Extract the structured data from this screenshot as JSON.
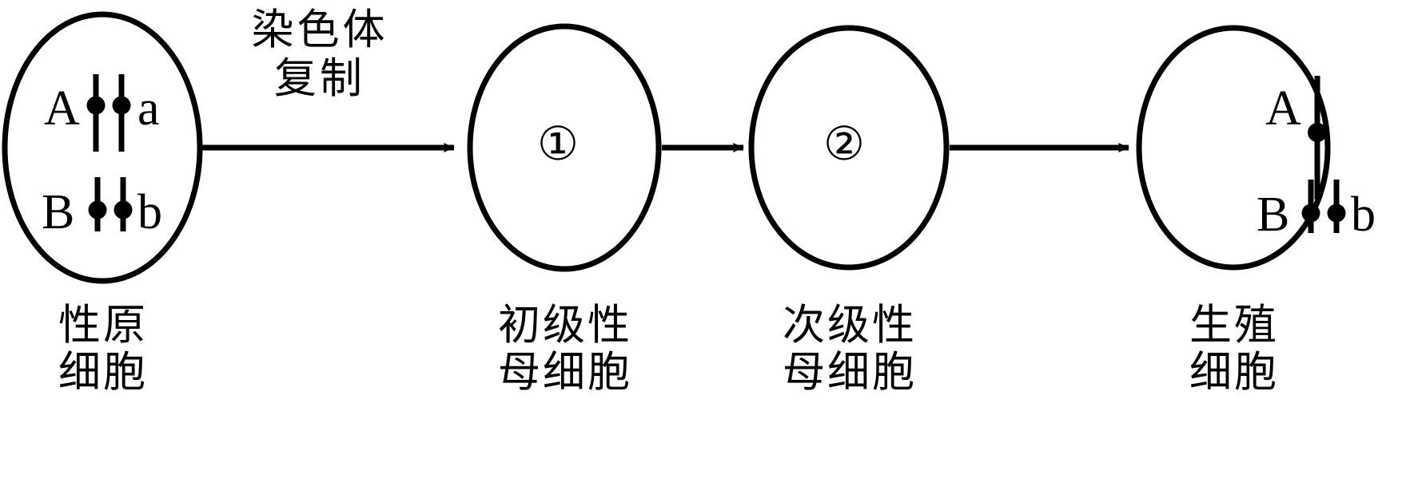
{
  "diagram": {
    "title_text_present": false,
    "stroke_color": "#000000",
    "background_color": "#ffffff",
    "arrow_label": "染色体\n复制",
    "cells": [
      {
        "id": "sex-primordial-cell",
        "caption": "性原\n细胞",
        "marker": "",
        "rows": [
          {
            "left_allele": "A",
            "right_allele": "a",
            "chromosome_count": 2,
            "chromosome_length": "long"
          },
          {
            "left_allele": "B",
            "right_allele": "b",
            "chromosome_count": 2,
            "chromosome_length": "short"
          }
        ]
      },
      {
        "id": "primary-spermatocyte",
        "caption": "初级性\n母细胞",
        "marker": "①",
        "rows": []
      },
      {
        "id": "secondary-spermatocyte",
        "caption": "次级性\n母细胞",
        "marker": "②",
        "rows": []
      },
      {
        "id": "germ-cell",
        "caption": "生殖\n细胞",
        "marker": "",
        "rows": [
          {
            "left_allele": "A",
            "right_allele": "",
            "chromosome_count": 1,
            "chromosome_length": "long"
          },
          {
            "left_allele": "B",
            "right_allele": "b",
            "chromosome_count": 2,
            "chromosome_length": "short"
          }
        ]
      }
    ],
    "arrows": [
      {
        "id": "arrow-1",
        "from": "sex-primordial-cell",
        "to": "primary-spermatocyte",
        "label": "染色体\n复制"
      },
      {
        "id": "arrow-2",
        "from": "primary-spermatocyte",
        "to": "secondary-spermatocyte",
        "label": ""
      },
      {
        "id": "arrow-3",
        "from": "secondary-spermatocyte",
        "to": "germ-cell",
        "label": ""
      }
    ]
  }
}
